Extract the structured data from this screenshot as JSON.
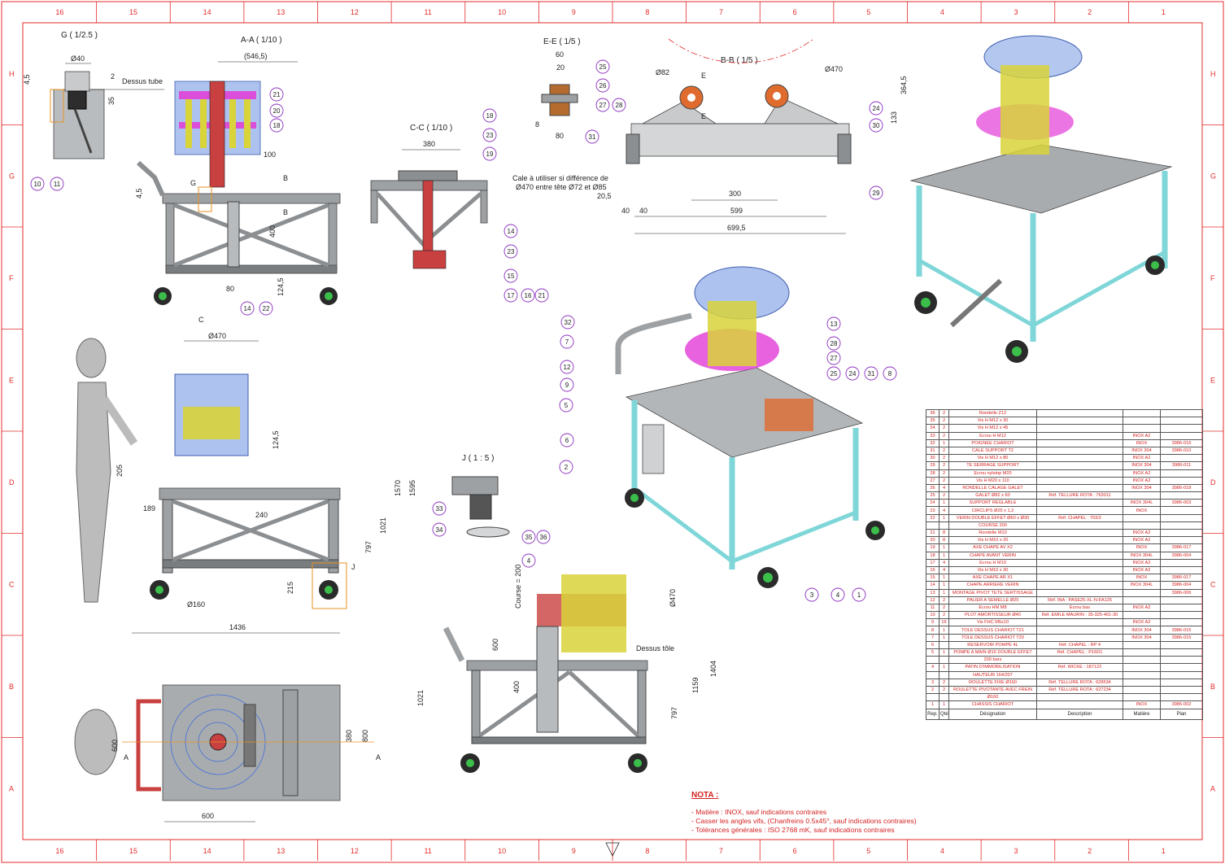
{
  "frame": {
    "cols": [
      "16",
      "15",
      "14",
      "13",
      "12",
      "11",
      "10",
      "9",
      "8",
      "7",
      "6",
      "5",
      "4",
      "3",
      "2",
      "1"
    ],
    "rows": [
      "H",
      "G",
      "F",
      "E",
      "D",
      "C",
      "B",
      "A"
    ]
  },
  "colors": {
    "frame": "#e32b2b",
    "balloon": "#8b2fbf",
    "tube": "#8c8f92",
    "ghost": "#6a8fe0",
    "bolt": "#d8d43a",
    "magenta": "#e23ad6",
    "cyan": "#7fd6d8"
  },
  "views": {
    "g": "G ( 1/2.5 )",
    "aa": "A-A ( 1/10 )",
    "cc": "C-C ( 1/10 )",
    "ee": "E-E ( 1/5 )",
    "bb": "B-B ( 1/5 )",
    "j": "J ( 1 : 5 )"
  },
  "labels": {
    "dessus_tube": "Dessus tube",
    "dessus_tole": "Dessus tôle",
    "course": "Course = 200",
    "cale1": "Cale à utiliser si différence de",
    "cale2": "Ø470 entre tête Ø72 et Ø85",
    "secG": "G",
    "secB": "B",
    "secC": "C",
    "secE": "E",
    "secA": "A",
    "secJ": "J"
  },
  "dims": {
    "g_d40": "Ø40",
    "g_45": "4,5",
    "g_2": "2",
    "g_35": "35",
    "aa_546": "(546,5)",
    "aa_100": "100",
    "aa_45": "4,5",
    "aa_400": "400",
    "aa_80": "80",
    "aa_1245": "124,5",
    "cc_380": "380",
    "ee_60": "60",
    "ee_20": "20",
    "ee_8": "8",
    "ee_80": "80",
    "bb_d82": "Ø82",
    "bb_d470": "Ø470",
    "bb_3645": "364,5",
    "bb_133": "133",
    "bb_205": "20,5",
    "bb_40a": "40",
    "bb_40b": "40",
    "bb_300": "300",
    "bb_599": "599",
    "bb_6995": "699,5",
    "fv_d470": "Ø470",
    "fv_1245": "124,5",
    "fv_205": "205",
    "fv_189": "189",
    "fv_240": "240",
    "fv_797": "797",
    "fv_1021": "1021",
    "fv_1570": "1570",
    "fv_1595": "1595",
    "fv_215": "215",
    "fv_d160": "Ø160",
    "fv_1436": "1436",
    "sv_600": "600",
    "sv_400": "400",
    "sv_1021": "1021",
    "sv_797": "797",
    "sv_1159": "1159",
    "sv_1404": "1404",
    "sv_d470": "Ø470",
    "tv_600": "600",
    "tv_380": "380",
    "tv_800": "800",
    "tv_600w": "600"
  },
  "balloons": {
    "g": [
      "10",
      "11"
    ],
    "aa": [
      "21",
      "20",
      "18",
      "14",
      "22"
    ],
    "cc": [
      "18",
      "23",
      "19",
      "14",
      "23",
      "15",
      "17",
      "16",
      "21"
    ],
    "ee": [
      "25",
      "26",
      "27",
      "28",
      "31"
    ],
    "bb": [
      "24",
      "30",
      "29"
    ],
    "j": [
      "33",
      "34",
      "35",
      "36",
      "4"
    ],
    "iso": [
      "32",
      "7",
      "12",
      "9",
      "5",
      "6",
      "2",
      "13",
      "28",
      "27",
      "25",
      "24",
      "31",
      "8",
      "3",
      "4",
      "1"
    ]
  },
  "bom": {
    "headers": [
      "Rep.",
      "Qté.",
      "Désignation",
      "Description",
      "Matière",
      "Plan"
    ],
    "rows": [
      [
        "36",
        "2",
        "Rondelle Z12",
        "",
        "",
        ""
      ],
      [
        "35",
        "2",
        "Vis H M12 x 30",
        "",
        "",
        ""
      ],
      [
        "34",
        "2",
        "Vis H M12 x 45",
        "",
        "",
        ""
      ],
      [
        "33",
        "2",
        "Ecrou H M12",
        "",
        "INOX A2",
        ""
      ],
      [
        "32",
        "1",
        "POIGNEE CHARIOT",
        "",
        "INOX",
        "3986-016"
      ],
      [
        "31",
        "2",
        "CALE SUPPORT  T2",
        "",
        "INOX 304",
        "3986-010"
      ],
      [
        "30",
        "2",
        "Vis H M12 x 80",
        "",
        "INOX A2",
        ""
      ],
      [
        "29",
        "2",
        "TE SERRAGE SUPPORT",
        "",
        "INOX 304",
        "3986-011"
      ],
      [
        "28",
        "2",
        "Ecrou nylstop M20",
        "",
        "INOX A2",
        ""
      ],
      [
        "27",
        "2",
        "Vis H M20 x 110",
        "",
        "INOX A2",
        ""
      ],
      [
        "26",
        "4",
        "RONDELLE CALAGE GALET",
        "",
        "INOX 304",
        "3986-018"
      ],
      [
        "25",
        "2",
        "GALET Ø82 x 60",
        "Réf. TELLURE ROTA : 763011",
        "",
        ""
      ],
      [
        "24",
        "1",
        "SUPPORT REGLABLE",
        "",
        "INOX 304L",
        "3986-003"
      ],
      [
        "23",
        "4",
        "CIRCLIPS Ø25 x 1,2",
        "",
        "INOX",
        ""
      ],
      [
        "22",
        "1",
        "VERIN DOUBLE EFFET Ø60 x Ø30",
        "Réf. CHAPEL : 703/2",
        "",
        ""
      ],
      [
        "",
        "",
        "COURSE 200",
        "",
        "",
        ""
      ],
      [
        "21",
        "8",
        "Rondelle M10",
        "",
        "INOX A2",
        ""
      ],
      [
        "20",
        "8",
        "Vis H M10 x 20",
        "",
        "INOX A2",
        ""
      ],
      [
        "19",
        "1",
        "AXE CHAPE AV  X2",
        "",
        "INOX",
        "3986-017"
      ],
      [
        "18",
        "1",
        "CHAPE AVANT VERIN",
        "",
        "INOX 304L",
        "3986-004"
      ],
      [
        "17",
        "4",
        "Ecrou H M10",
        "",
        "INOX A2",
        ""
      ],
      [
        "16",
        "4",
        "Vis H M10 x 30",
        "",
        "INOX A2",
        ""
      ],
      [
        "15",
        "1",
        "AXE CHAPE AR  X1",
        "",
        "INOX",
        "3986-017"
      ],
      [
        "14",
        "1",
        "CHAPE ARRIERE VERIN",
        "",
        "INOX 304L",
        "3986-004"
      ],
      [
        "13",
        "1",
        "MONTAGE PIVOT TETE SERTISSAGE",
        "",
        "",
        "3986-006"
      ],
      [
        "12",
        "2",
        "PALIER A SEMELLE Ø25",
        "Réf. INA : PASE25-XL-N-FA125",
        "",
        ""
      ],
      [
        "11",
        "2",
        "Ecrou HM M8",
        "Ecrou bas",
        "INOX A2",
        ""
      ],
      [
        "10",
        "2",
        "PLOT AMORTISSEUR Ø40",
        "Réf. EMILE MAURIN : 35-325-401-30",
        "",
        ""
      ],
      [
        "9",
        "16",
        "Vis FHC M5x10",
        "",
        "INOX A2",
        ""
      ],
      [
        "8",
        "1",
        "TOLE DESSUS CHARIOT  T21",
        "",
        "INOX 304",
        "3986-015"
      ],
      [
        "7",
        "1",
        "TOLE DESSUS CHARIOT  T20",
        "",
        "INOX 304",
        "3986-015"
      ],
      [
        "6",
        "",
        "RESERVOIR POMPE 4L",
        "Réf. CHAPEL : RP 4",
        "",
        ""
      ],
      [
        "5",
        "1",
        "POMPE A MAIN Ø16 DOUBLE EFFET",
        "Réf. CHAPEL : P16D1",
        "",
        ""
      ],
      [
        "",
        "",
        "200 bars",
        "",
        "",
        ""
      ],
      [
        "4",
        "1",
        "PATIN D'IMMOBILISATION",
        "Réf. WICKE : 187122",
        "",
        ""
      ],
      [
        "",
        "",
        "HAUTEUR 164/207",
        "",
        "",
        ""
      ],
      [
        "3",
        "2",
        "ROULETTE FIXE Ø160",
        "Réf. TELLURE ROTA : 628534",
        "",
        ""
      ],
      [
        "2",
        "2",
        "ROULETTE PIVOTANTE AVEC FREIN",
        "Réf. TELLURE ROTA : 627234",
        "",
        ""
      ],
      [
        "",
        "",
        "Ø160",
        "",
        "",
        ""
      ],
      [
        "1",
        "1",
        "CHASSIS CHARIOT",
        "",
        "INOX",
        "3986-002"
      ]
    ]
  },
  "nota": {
    "title": "NOTA :",
    "lines": [
      "- Matière : INOX, sauf indications contraires",
      "- Casser les angles vifs, (Chanfreins 0.5x45°, sauf indications contraires)",
      "- Tolérances générales : ISO 2768 mK, sauf indications contraires"
    ]
  }
}
